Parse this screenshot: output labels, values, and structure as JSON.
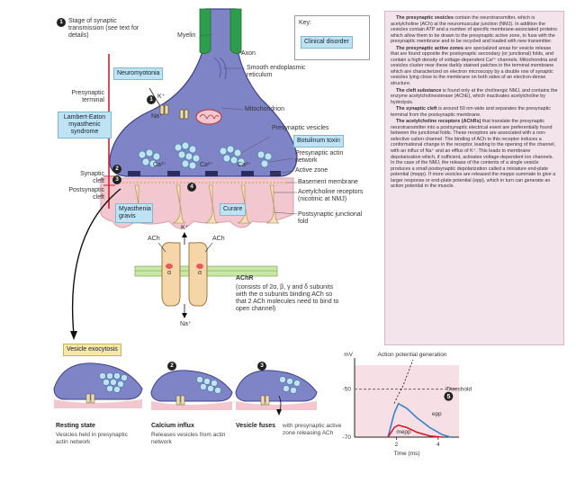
{
  "stage_caption": "Stage of synaptic transmission (see text for details)",
  "key": {
    "title": "Key:",
    "item": "Clinical disorder"
  },
  "labels": {
    "myelin": "Myelin",
    "axon": "Axon",
    "neuromyotonia": "Neuromyotonia",
    "smooth_er": "Smooth endoplasmic reticulum",
    "presynaptic_terminal": "Presynaptic terminal",
    "lambert_eaton": "Lambert-Eaton myasthenic syndrome",
    "mitochondrion": "Mitochondrion",
    "presynaptic_vesicles": "Presynaptic vesicles",
    "botulinum": "Botulinum toxin",
    "actin": "Presynaptic actin network",
    "active_zone": "Active zone",
    "synaptic_cleft": "Synaptic cleft",
    "postsynaptic_cleft": "Postsynaptic cleft",
    "basement": "Basement membrane",
    "ach_receptors": "Acetylcholine receptors (nicotinic at NMJ)",
    "myasthenia": "Myasthenia gravis",
    "curare": "Curare",
    "junctional_fold": "Postsynaptic junctional fold",
    "k_plus": "K⁺",
    "na_plus": "Na⁺",
    "ca_plus": "Ca²⁺",
    "ach": "ACh",
    "alpha": "α",
    "achr_title": "AChR",
    "achr_desc": "(consists of 2α, β, γ and δ subunits with the α subunits binding ACh so that 2 ACh molecules need to bind to open channel)",
    "vesicle_exocytosis": "Vesicle exocytosis"
  },
  "stages": [
    {
      "num": "1",
      "title": "Resting state",
      "desc": "Vesicles held in presynaptic actin network"
    },
    {
      "num": "2",
      "title": "Calcium influx",
      "desc": "Releases vesicles from actin network"
    },
    {
      "num": "3",
      "title": "Vesicle fuses",
      "desc": "with presynaptic active zone releasing ACh"
    }
  ],
  "panel": {
    "p1_bold": "The presynaptic vesicles",
    "p1": " contain the neurotransmitter, which is acetylcholine (ACh) at the neuromuscular junction (NMJ). In addition the vesicles contain ATP and a number of specific membrane-associated proteins which allow them to be drawn to the presynaptic active zone, to fuse with the presynaptic membrane and to be recycled and loaded with new transmitter.",
    "p2_bold": "The presynaptic active zones",
    "p2": " are specialized areas for vesicle release that are found opposite the postsynaptic secondary (or junctional) folds, and contain a high density of voltage-dependent Ca²⁺ channels. Mitochondria and vesicles cluster near these darkly stained patches in the terminal membrane which are characterized on electron microscopy by a double row of synaptic vesicles lying close to the membrane on both sides of an electron-dense structure.",
    "p3_bold": "The cleft substance",
    "p3": " is found only at the cholinergic NMJ, and contains the enzyme acetylcholinesterase (AChE), which inactivates acetylcholine by hydrolysis.",
    "p4_bold": "The synaptic cleft",
    "p4": " is around 50 nm wide and separates the presynaptic terminal from the postsynaptic membrane.",
    "p5_bold": "The acetylcholine receptors (AChRs)",
    "p5": " that translate the presynaptic neurotransmitter into a postsynaptic electrical event are preferentially found between the junctional folds. These receptors are associated with a non-selective cation channel. The binding of ACh to this receptor induces a conformational change in the receptor, leading to the opening of the channel, with an influx of Na⁺ and an efflux of K⁺. This leads to membrane depolarization which, if sufficient, activates voltage-dependent ion channels. In the case of the NMJ, the release of the contents of a single vesicle produces a small postsynaptic depolarization called a miniature end-plate potential (mepp). If more vesicles are released the mepps summate to give a larger response or end-plate potential (epp), which in turn can generate an action potential in the muscle."
  },
  "chart_data": {
    "type": "line",
    "title": "Action potential generation",
    "xlabel": "Time (ms)",
    "ylabel": "mV",
    "xlim": [
      0,
      5
    ],
    "ylim": [
      -70,
      -40
    ],
    "xticks": [
      "2",
      "4"
    ],
    "yticks": [
      "-50",
      "-70"
    ],
    "threshold": {
      "label": "Threshold",
      "value": -50
    },
    "series": [
      {
        "name": "epp",
        "x": [
          1.6,
          1.9,
          2.1,
          2.5,
          3.0,
          3.6,
          4.2,
          4.6
        ],
        "y": [
          -70,
          -60,
          -56,
          -58,
          -62,
          -66,
          -69,
          -70
        ]
      },
      {
        "name": "mepp",
        "x": [
          1.6,
          1.9,
          2.1,
          2.5,
          3.0,
          3.6,
          4.2
        ],
        "y": [
          -70,
          -66,
          -65,
          -66,
          -68,
          -69.5,
          -70
        ]
      }
    ],
    "stage_num": "5"
  },
  "colors": {
    "terminal": "#7f84c6",
    "myelin": "#2d9e4b",
    "muscle": "#f2c7cf",
    "vesicle": "#bfe3f2",
    "tag": "#bfe3f2",
    "panel": "#f3e3ea",
    "red": "#cc2233",
    "epp": "#3b82c4",
    "mepp": "#d0232e"
  }
}
